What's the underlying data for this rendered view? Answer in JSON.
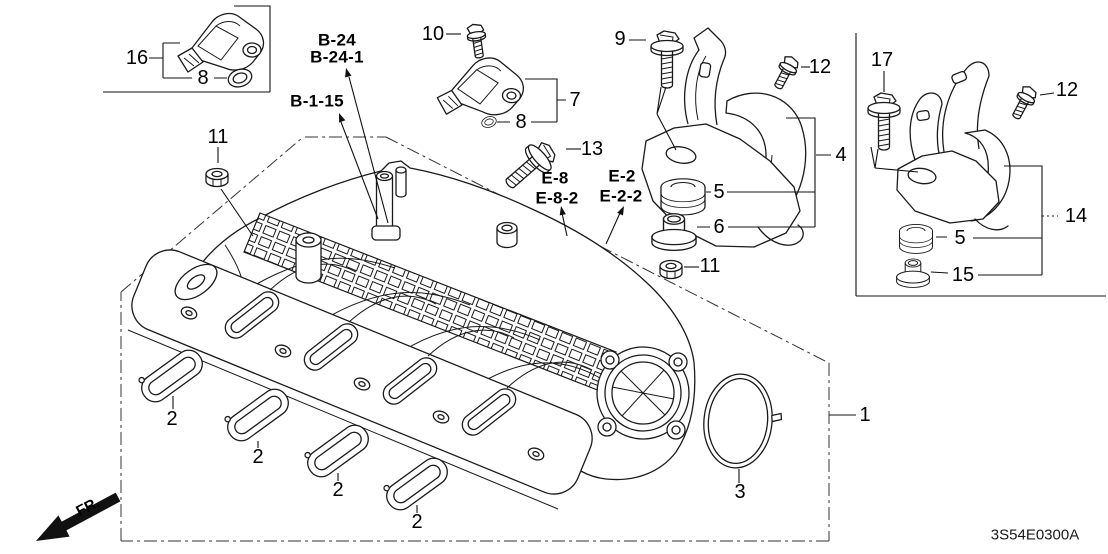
{
  "diagram": {
    "drawing_code": "3S54E0300A",
    "direction_indicator": "FR.",
    "callouts": {
      "1": "1",
      "2": "2",
      "3": "3",
      "4": "4",
      "5": "5",
      "6": "6",
      "7": "7",
      "8": "8",
      "9": "9",
      "10": "10",
      "11": "11",
      "12": "12",
      "13": "13",
      "14": "14",
      "15": "15",
      "16": "16",
      "17": "17"
    },
    "reference_codes": {
      "b24": "B-24",
      "b24_1": "B-24-1",
      "b1_15": "B-1-15",
      "e8": "E-8",
      "e8_2": "E-8-2",
      "e2": "E-2",
      "e2_2": "E-2-2"
    }
  }
}
